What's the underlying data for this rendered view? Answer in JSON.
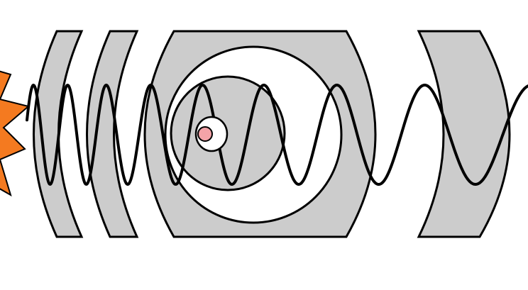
{
  "diagram": {
    "colors": {
      "background": "#ffffff",
      "fill_gray": "#cccccc",
      "stroke": "#000000",
      "burst": "#f47a20",
      "particle": "#f4a3a8",
      "particle_halo": "#ffffff"
    },
    "elements": [
      "starburst-icon",
      "left-arc-1",
      "left-arc-2",
      "central-cavity",
      "outer-ring",
      "inner-disc",
      "particle",
      "right-arc",
      "wave-line"
    ]
  }
}
